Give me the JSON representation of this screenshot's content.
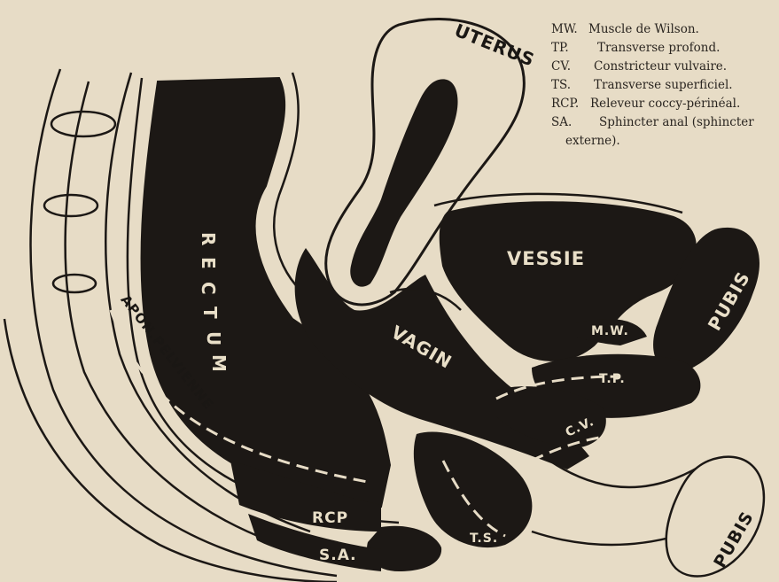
{
  "labels": {
    "uterus": "UTERUS",
    "rectum_letters": [
      "R",
      "E",
      "C",
      "T",
      "U",
      "M"
    ],
    "vessie": "VESSIE",
    "pubis_top": "PUBIS",
    "pubis_bottom": "PUBIS",
    "vagin": "VAGIN",
    "apon": "APON.PELVIENNE",
    "mw": "M.W.",
    "tp": "T.P.",
    "cv": "C.V.",
    "ts": "T.S.",
    "rcp": "RCP",
    "sa": "S.A."
  },
  "legend": [
    {
      "abbr": "MW.",
      "text": "Muscle de Wilson."
    },
    {
      "abbr": "TP.",
      "text": "Transverse profond."
    },
    {
      "abbr": "CV.",
      "text": "Constricteur vulvaire."
    },
    {
      "abbr": "TS.",
      "text": "Transverse superficiel."
    },
    {
      "abbr": "RCP.",
      "text": "Releveur coccy-périnéal."
    },
    {
      "abbr": "SA.",
      "text": "Sphincter anal (sphincter"
    },
    {
      "abbr": "",
      "text": "externe)."
    }
  ],
  "colors": {
    "paper": "#e7dcc6",
    "ink": "#1c1815"
  }
}
